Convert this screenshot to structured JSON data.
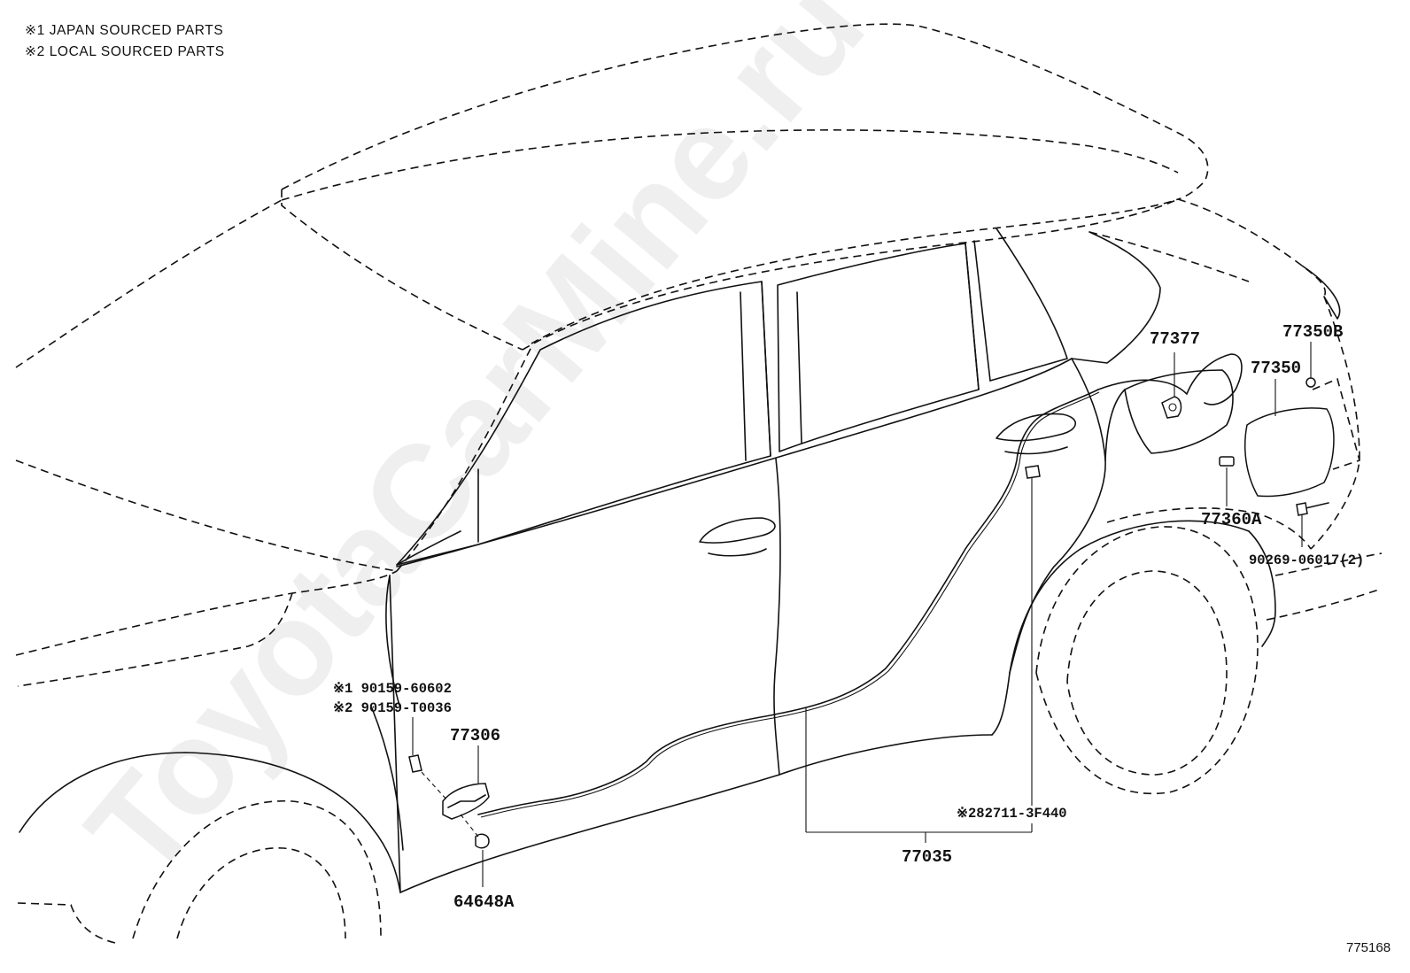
{
  "notes": [
    "※1 JAPAN SOURCED PARTS",
    "※2 LOCAL SOURCED PARTS"
  ],
  "labels": {
    "p77377": "77377",
    "p77350B": "77350B",
    "p77350": "77350",
    "p77360A": "77360A",
    "p90269": "90269-06017(2)",
    "p90159_1": "※1 90159-60602",
    "p90159_2": "※2 90159-T0036",
    "p77306": "77306",
    "p64648A": "64648A",
    "p282711": "※282711-3F440",
    "p77035": "77035"
  },
  "watermark": "ToyotaCarMine.ru",
  "ref_number": "775168"
}
